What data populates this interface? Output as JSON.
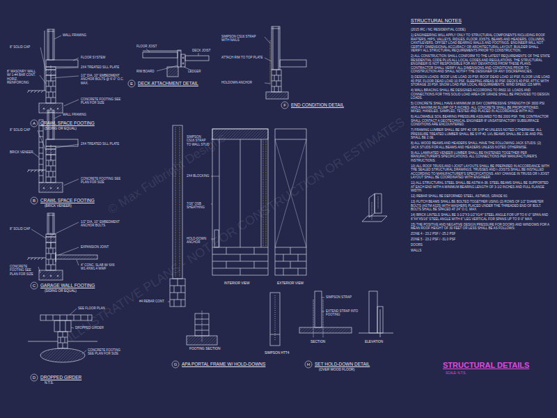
{
  "diagram": {
    "labels": [
      "A",
      "CRAWL SPACE FOOTING",
      "(SIDING OR EQUAL)",
      "B",
      "CRAWL SPACE FOOTING",
      "(BRICK VENEER)",
      "C",
      "GARAGE WALL FOOTING",
      "(SIDING OR EQUAL)",
      "D",
      "DROPPED GIRDER",
      "N.T.S.",
      "E",
      "DECK ATTACHMENT DETAIL",
      "F",
      "END CONDITION DETAIL",
      "G",
      "APA PORTAL FRAME W/ HOLD-DOWNS",
      "H",
      "SET HOLD-DOWN DETAIL",
      "(OVER WOOD FLOOR)",
      "STRUCTURAL NOTES",
      "STRUCTURAL DETAILS",
      "SCALE: N.T.S.",
      "FOOTING SECTION",
      "INTERIOR VIEW",
      "EXTERIOR VIEW",
      "SIMPSON HTT4",
      "SECTION",
      "ELEVATION",
      "8\" SOLID CAP",
      "FLOOR SYSTEM",
      "2X4 TREATED SILL PLATE",
      "1/2\" DIA. 10\" EMBEDMENT ANCHOR BOLTS @ 6'-0\" O.C. MAX.",
      "8\" MASONRY WALL W/ 1-#4 BAR CONT. HORIZ. REINFORCING",
      "CONCRETE FOOTING SEE PLAN FOR SIZE",
      "WALL FRAMING",
      "WALL FRAMING",
      "8\" SOLID CAP",
      "2X4 TREATED SILL PLATE",
      "BRICK VENEER",
      "CONCRETE FOOTING SEE PLAN FOR SIZE",
      "8\" SOLID CAP",
      "1/2\" DIA. 10\" EMBEDMENT ANCHOR BOLTS",
      "EXPANSION JOINT",
      "4\" CONC. SLAB W/ 6X6 W1.4XW1.4 WWF",
      "CONCRETE FOOTING SEE PLAN FOR SIZE",
      "SEE FLOOR PLAN",
      "DROPPED GIRDER",
      "CONCRETE FOOTING SEE PLAN FOR SIZE",
      "FLOOR JOIST",
      "LEDGER",
      "DECK JOIST",
      "RIM BOARD",
      "SIMPSON CS16 STRAP TO WALL STUD",
      "2X4 BLOCKING",
      "7/16\" OSB SHEATHING",
      "HOLD-DOWN ANCHOR",
      "#4 REBAR CONT.",
      "SIMPSON CS16 STRAP WITH NAILS",
      "ATTACH RIM TO TOP PLATE",
      "HOLDOWN ANCHOR",
      "SIMPSON STRAP",
      "EXTEND STRAP INTO FOOTING",
      "(2015 IRC / NC RESIDENTIAL CODE)",
      "1) ENGINEERING WILL APPLY ONLY TO STRUCTURAL COMPONENTS INCLUDING ROOF RAFTERS, HIPS, VALLEYS, RIDGES, FLOOR JOISTS, BEAMS AND HEADERS, COLUMNS, CANTILEVERS, OFFSET LOAD BEARING WALLS AND FOOTINGS. ENGINEER WILL NOT CERTIFY DIMENSIONAL ACCURACY OR ARCHITECTURAL LAYOUT. BUILDER SHALL VERIFY ALL STRUCTURAL REQUIREMENTS PRIOR TO CONSTRUCTION.",
      "2) ALL CONSTRUCTION SHALL CONFORM TO THE LATEST REQUIREMENTS OF THE STATE RESIDENTIAL CODE PLUS ALL LOCAL CODES AND REGULATIONS. THE STRUCTURAL ENGINEER IS NOT RESPONSIBLE FOR ANY DEVIATIONS FROM THESE PLANS. CONTRACTOR SHALL VERIFY ALL DIMENSIONS AND CONDITIONS PRIOR TO CONSTRUCTION AND SHALL NOTIFY THE DESIGNER OF ANY DISCREPANCIES.",
      "3) DESIGN LOADS: ROOF LIVE LOAD 20 PSF, ROOF DEAD LOAD 10 PSF, FLOOR LIVE LOAD 40 PSF, FLOOR DEAD LOAD 10 PSF, SLEEPING AREAS 30 PSF, DECKS 40 PSF, ATTIC WITH STORAGE 20 PSF, SNOW LOAD PER LOCAL REQUIREMENTS, WIND SPEED 115 MPH.",
      "4) WALL BRACING SHALL BE DESIGNED ACCORDING TO R602.10. LOADS AND CONNECTIONS FOR THIS SOLID LOAD AREA OR GRADE SHALL BE PROVIDED TO DESIGN LOADS.",
      "5) CONCRETE SHALL HAVE A MINIMUM 28 DAY COMPRESSIVE STRENGTH OF 3000 PSI AND A MAXIMUM SLUMP OF 5 INCHES. ALL CONCRETE SHALL BE PROPORTIONED, MIXED, HANDLED, SAMPLED, TESTED AND PLACED IN ACCORDANCE WITH ACI.",
      "6) ALLOWABLE SOIL BEARING PRESSURE ASSUMED TO BE 2000 PSF. THE CONTRACTOR SHALL CONTACT A GEOTECHNICAL ENGINEER IF UNSATISFACTORY SUBSURFACE CONDITIONS ARE ENCOUNTERED.",
      "7) FRAMING LUMBER SHALL BE SPF #2 OR SYP #2 UNLESS NOTED OTHERWISE. ALL PRESSURE TREATED LUMBER SHALL BE SYP #2. LVL BEAMS SHALL BE 2.0E AND PSL SHALL BE 2.0E.",
      "8) ALL WOOD BEAMS AND HEADERS SHALL HAVE THE FOLLOWING JACK STUDS: (2) JACK STUDS FOR ALL BEAMS AND HEADERS UNLESS NOTED OTHERWISE.",
      "9) ALL LAMINATED VENEER LUMBER SHALL BE FASTENED TOGETHER PER MANUFACTURER'S SPECIFICATIONS. ALL CONNECTIONS PER MANUFACTURER'S INSTRUCTIONS.",
      "10) ALL ROOF TRUSS AND I-JOIST LAYOUTS SHALL BE PREPARED IN ACCORDANCE WITH THE SEALED STRUCTURAL DRAWINGS. TRUSSES AND I-JOISTS SHALL BE INSTALLED ACCORDING TO MANUFACTURER'S SPECIFICATIONS. ANY CHANGE IN TRUSS OR I-JOIST LAYOUT SHALL BE COORDINATED WITH ENGINEER.",
      "11) ALL STRUCTURAL STEEL SHALL BE ASTM A-36. STEEL BEAMS SHALL BE SUPPORTED AT EACH END WITH A MINIMUM BEARING LENGTH OF 3-1/2 INCHES AND FULL FLANGE WIDTH.",
      "12) REBAR SHALL BE DEFORMED STEEL, ASTM615, GRADE 60.",
      "13) FLITCH BEAMS SHALL BE BOLTED TOGETHER USING (2) ROWS OF 1/2\" DIAMETER BOLTS (ASTM A325) WITH WASHERS PLACED UNDER THE THREADED END OF BOLT. BOLTS SHALL BE SPACED AT 24\" O.C. MAX.",
      "14) BRICK LINTELS SHALL BE 3-1/2\"X3-1/2\"X1/4\" STEEL ANGLE FOR UP TO 6'-0\" SPAN AND 6\"X4\"X5/16\" STEEL ANGLE WITH 6\" LEG VERTICAL FOR SPANS UP TO 9'-0\" MAX.",
      "15) THE POSITIVE AND NEGATIVE DESIGN PRESSURE FOR DOORS AND WINDOWS FOR A MEAN ROOF HEIGHT OF 30 FEET OR LESS SHALL BE AS FOLLOWS:",
      "ZONE 4 - 23.2 PSF / -25.2 PSF",
      "ZONE 5 - 23.2 PSF / -31.0 PSF",
      "DOORS",
      "WALLS",
      "© Max Fulbright Designs",
      "ILLUSTRATIVE PLANS - NOT FOR CONSTRUCTION OR ESTIMATES"
    ]
  }
}
